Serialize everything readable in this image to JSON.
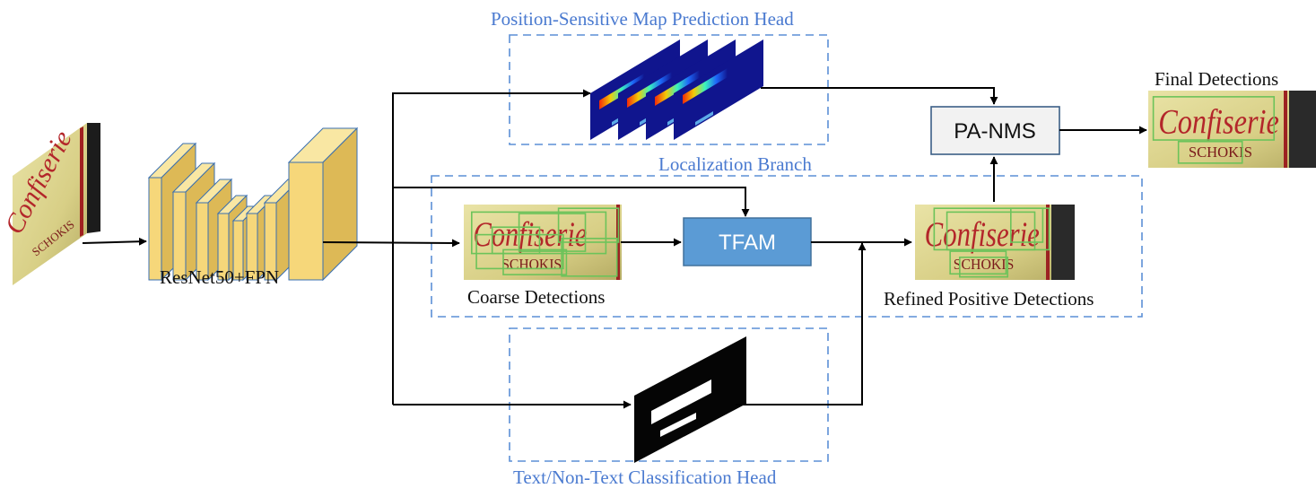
{
  "labels": {
    "backbone": "ResNet50+FPN",
    "coarse": "Coarse Detections",
    "refined": "Refined Positive Detections",
    "final": "Final Detections",
    "tfam": "TFAM",
    "panms": "PA-NMS",
    "head_pos": "Position-Sensitive Map Prediction Head",
    "branch_loc": "Localization Branch",
    "head_cls": "Text/Non-Text Classification Head"
  },
  "image_text": {
    "word1": "Confiserie",
    "word2": "SCHOKIS"
  },
  "colors": {
    "blue_label": "#4a7ad0",
    "dashed_box": "#5b8fd6",
    "tfam_fill": "#5b9bd5",
    "panms_fill": "#f2f2f2",
    "backbone_face": "#f6d77a",
    "detection_box": "#6cc35a"
  }
}
